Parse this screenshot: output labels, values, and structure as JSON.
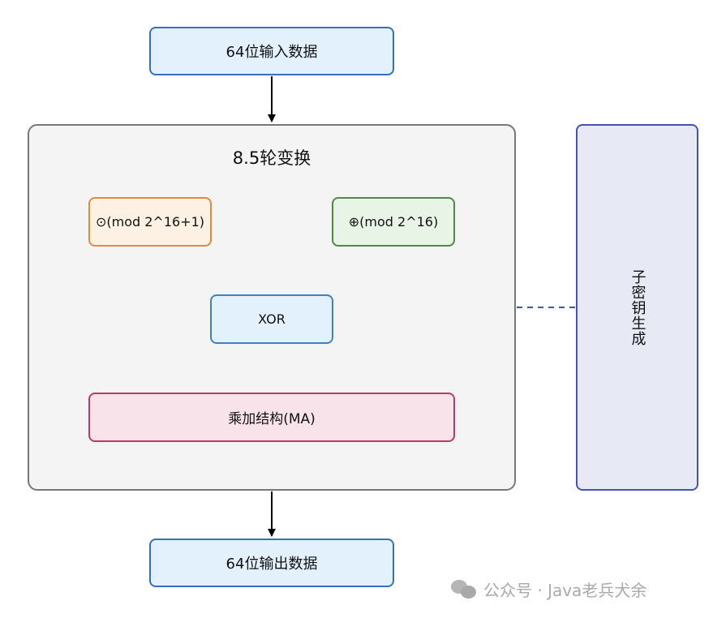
{
  "diagram": {
    "input": {
      "label": "64位输入数据"
    },
    "output": {
      "label": "64位输出数据"
    },
    "round_group": {
      "title": "8.5轮变换"
    },
    "operations": [
      {
        "id": "mul",
        "label": "⊙(mod 2^16+1)"
      },
      {
        "id": "add",
        "label": "⊕(mod 2^16)"
      },
      {
        "id": "xor",
        "label": "XOR"
      },
      {
        "id": "ma",
        "label": "乘加结构(MA)"
      }
    ],
    "subkey": {
      "label": "子密钥生成"
    },
    "edges": [
      {
        "from": "input",
        "to": "round_group",
        "style": "solid"
      },
      {
        "from": "round_group",
        "to": "output",
        "style": "solid"
      },
      {
        "from": "subkey",
        "to": "round_group",
        "style": "dashed"
      }
    ],
    "colors": {
      "io_fill": "#e3f1fc",
      "io_stroke": "#3a6cbf",
      "group_fill": "#f4f4f4",
      "group_stroke": "#777777",
      "mul_fill": "#fdf1e3",
      "mul_stroke": "#e8893a",
      "add_fill": "#e8f4e6",
      "add_stroke": "#4e8a43",
      "xor_fill": "#e3f1fc",
      "xor_stroke": "#3f82c4",
      "ma_fill": "#f9e3ea",
      "ma_stroke": "#b83a65",
      "subkey_fill": "#e7e9f5",
      "subkey_stroke": "#4554b4",
      "dashed_edge": "#4554b4"
    }
  },
  "watermark": {
    "icon": "wechat-icon",
    "text": "公众号 · Java老兵犬余"
  }
}
